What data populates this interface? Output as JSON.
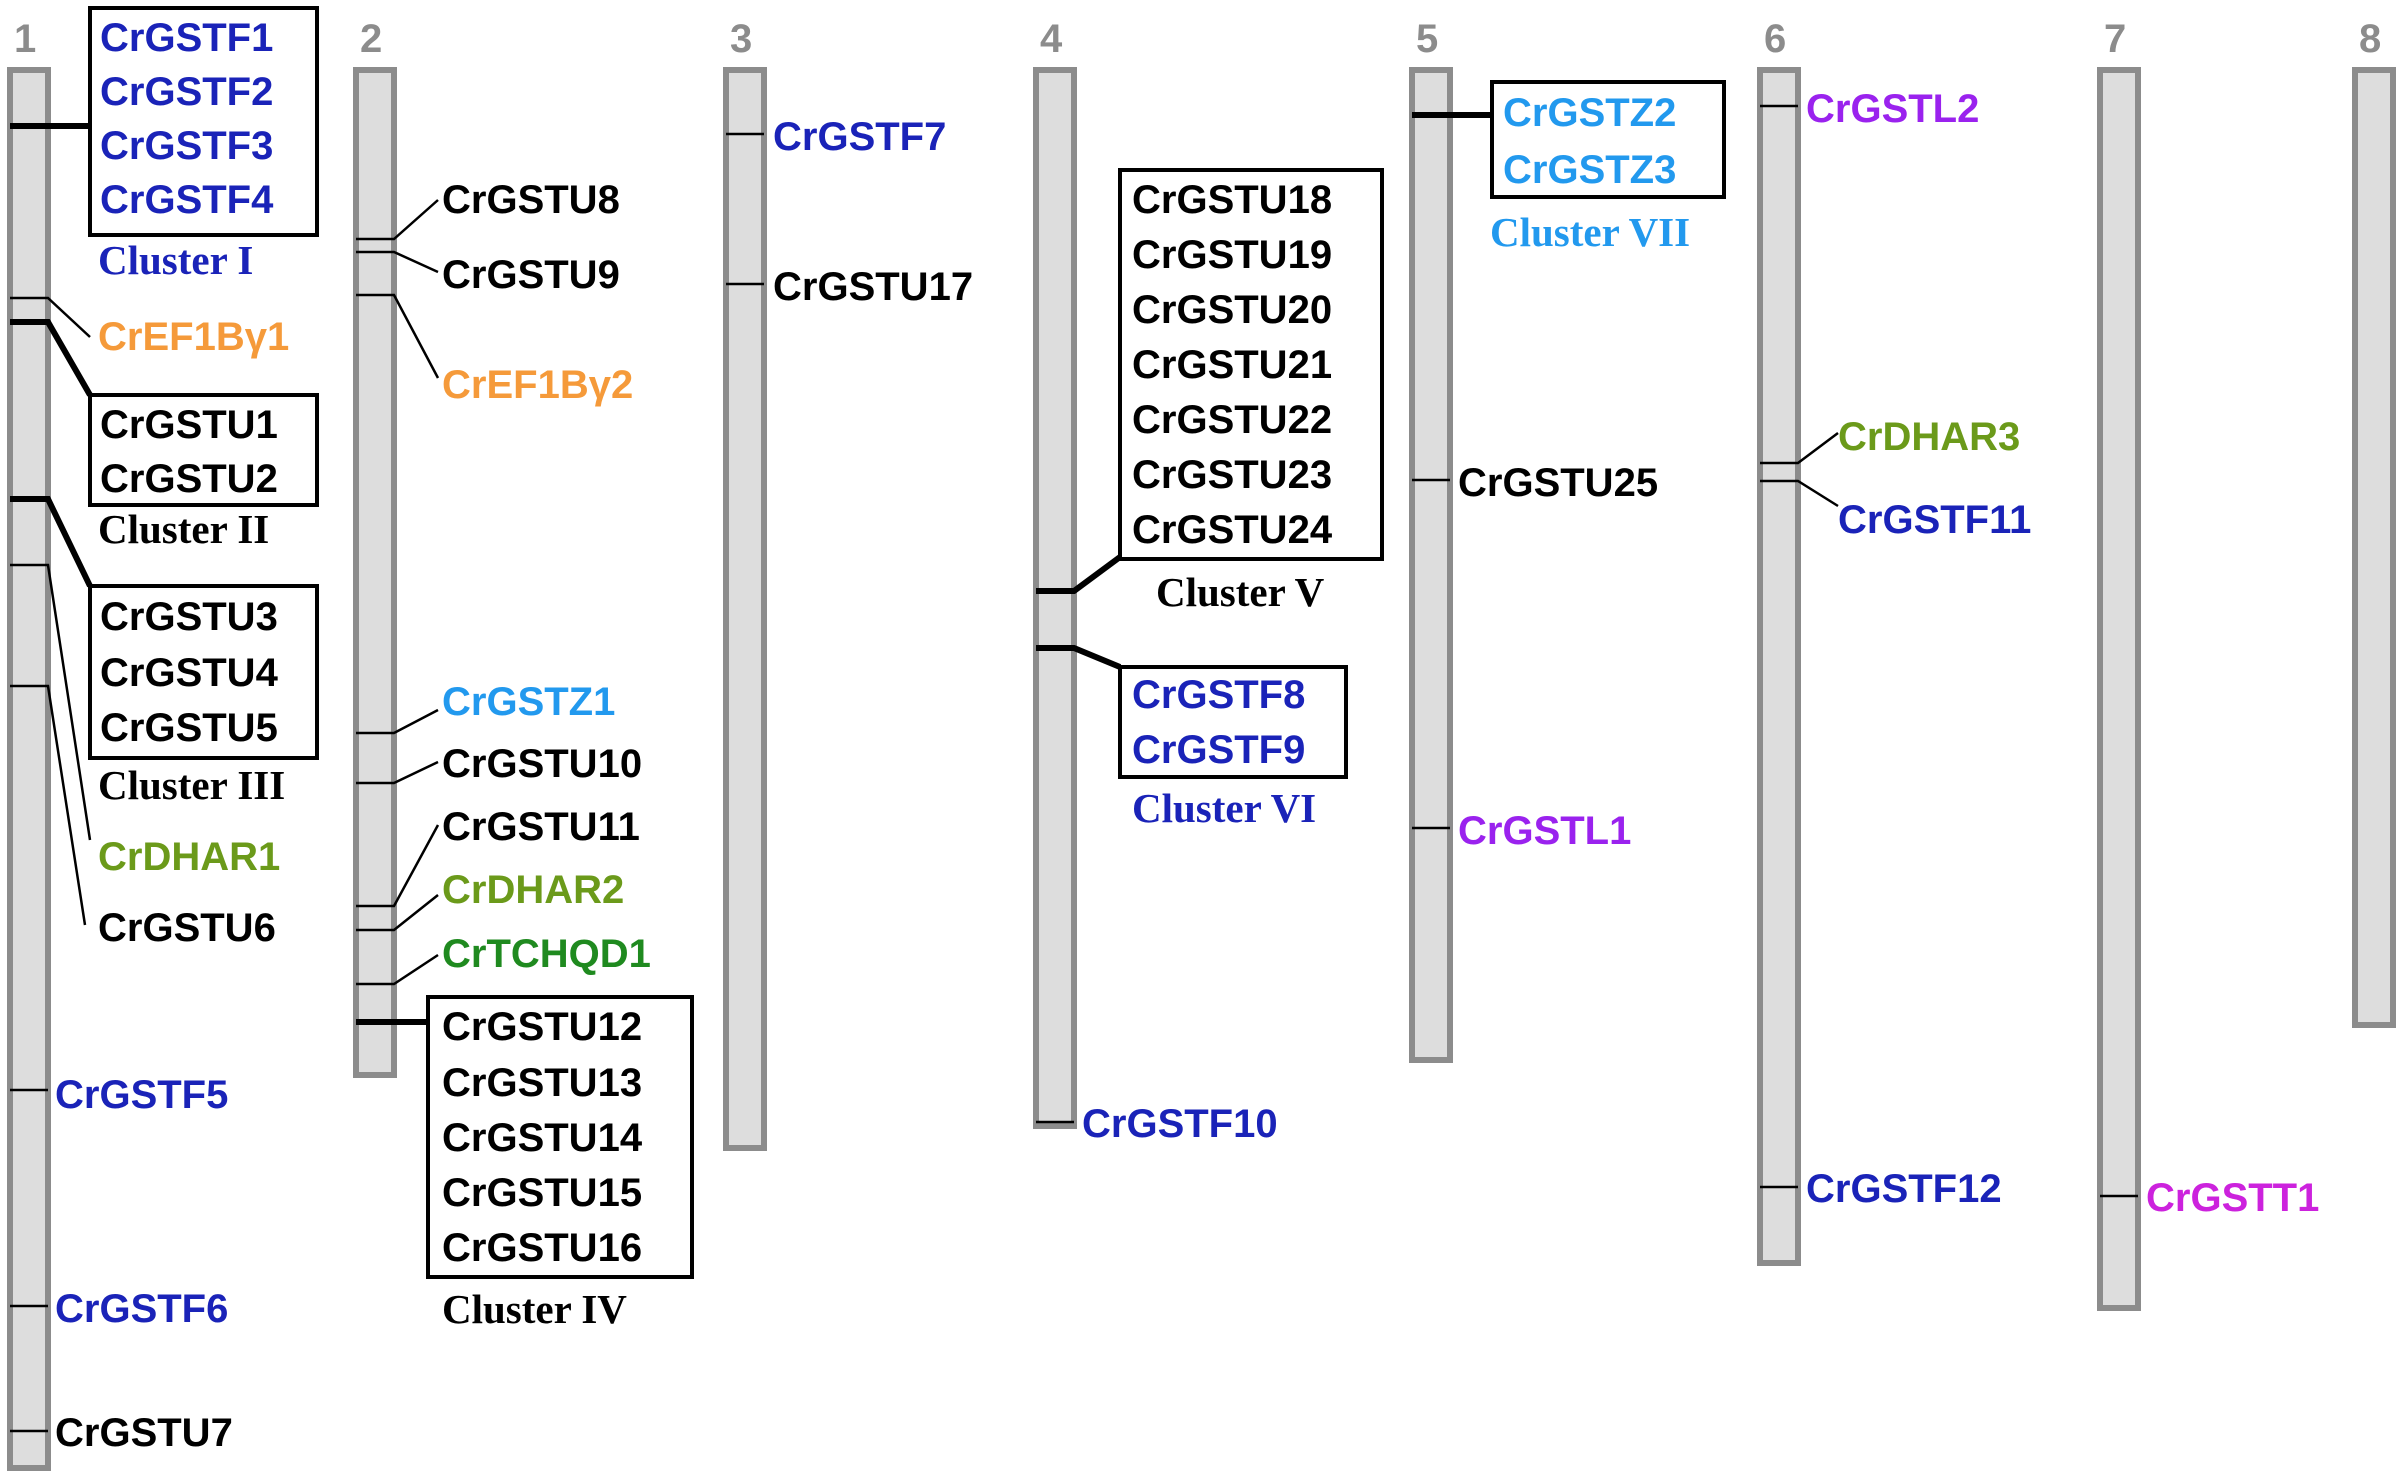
{
  "colors": {
    "tau": "#000000",
    "phi": "#1a23b8",
    "zeta": "#2299ee",
    "ef1b": "#f59a3a",
    "dhar": "#6b9a1a",
    "tchqd": "#1f8a1f",
    "lambda": "#9a22ee",
    "theta": "#cc22dd"
  },
  "chromosomes": [
    {
      "label": "1"
    },
    {
      "label": "2"
    },
    {
      "label": "3"
    },
    {
      "label": "4"
    },
    {
      "label": "5"
    },
    {
      "label": "6"
    },
    {
      "label": "7"
    },
    {
      "label": "8"
    }
  ],
  "genes": {
    "CrGSTF1": "CrGSTF1",
    "CrGSTF2": "CrGSTF2",
    "CrGSTF3": "CrGSTF3",
    "CrGSTF4": "CrGSTF4",
    "CrEF1Bg1": "CrEF1Bγ1",
    "CrGSTU1": "CrGSTU1",
    "CrGSTU2": "CrGSTU2",
    "CrGSTU3": "CrGSTU3",
    "CrGSTU4": "CrGSTU4",
    "CrGSTU5": "CrGSTU5",
    "CrDHAR1": "CrDHAR1",
    "CrGSTU6": "CrGSTU6",
    "CrGSTF5": "CrGSTF5",
    "CrGSTF6": "CrGSTF6",
    "CrGSTU7": "CrGSTU7",
    "CrGSTU8": "CrGSTU8",
    "CrGSTU9": "CrGSTU9",
    "CrEF1Bg2": "CrEF1Bγ2",
    "CrGSTZ1": "CrGSTZ1",
    "CrGSTU10": "CrGSTU10",
    "CrGSTU11": "CrGSTU11",
    "CrDHAR2": "CrDHAR2",
    "CrTCHQD1": "CrTCHQD1",
    "CrGSTU12": "CrGSTU12",
    "CrGSTU13": "CrGSTU13",
    "CrGSTU14": "CrGSTU14",
    "CrGSTU15": "CrGSTU15",
    "CrGSTU16": "CrGSTU16",
    "CrGSTF7": "CrGSTF7",
    "CrGSTU17": "CrGSTU17",
    "CrGSTU18": "CrGSTU18",
    "CrGSTU19": "CrGSTU19",
    "CrGSTU20": "CrGSTU20",
    "CrGSTU21": "CrGSTU21",
    "CrGSTU22": "CrGSTU22",
    "CrGSTU23": "CrGSTU23",
    "CrGSTU24": "CrGSTU24",
    "CrGSTF8": "CrGSTF8",
    "CrGSTF9": "CrGSTF9",
    "CrGSTF10": "CrGSTF10",
    "CrGSTZ2": "CrGSTZ2",
    "CrGSTZ3": "CrGSTZ3",
    "CrGSTU25": "CrGSTU25",
    "CrGSTL1": "CrGSTL1",
    "CrGSTL2": "CrGSTL2",
    "CrDHAR3": "CrDHAR3",
    "CrGSTF11": "CrGSTF11",
    "CrGSTF12": "CrGSTF12",
    "CrGSTT1": "CrGSTT1"
  },
  "clusters": {
    "I": "Cluster I",
    "II": "Cluster II",
    "III": "Cluster III",
    "IV": "Cluster IV",
    "V": "Cluster V",
    "VI": "Cluster VI",
    "VII": "Cluster VII"
  }
}
